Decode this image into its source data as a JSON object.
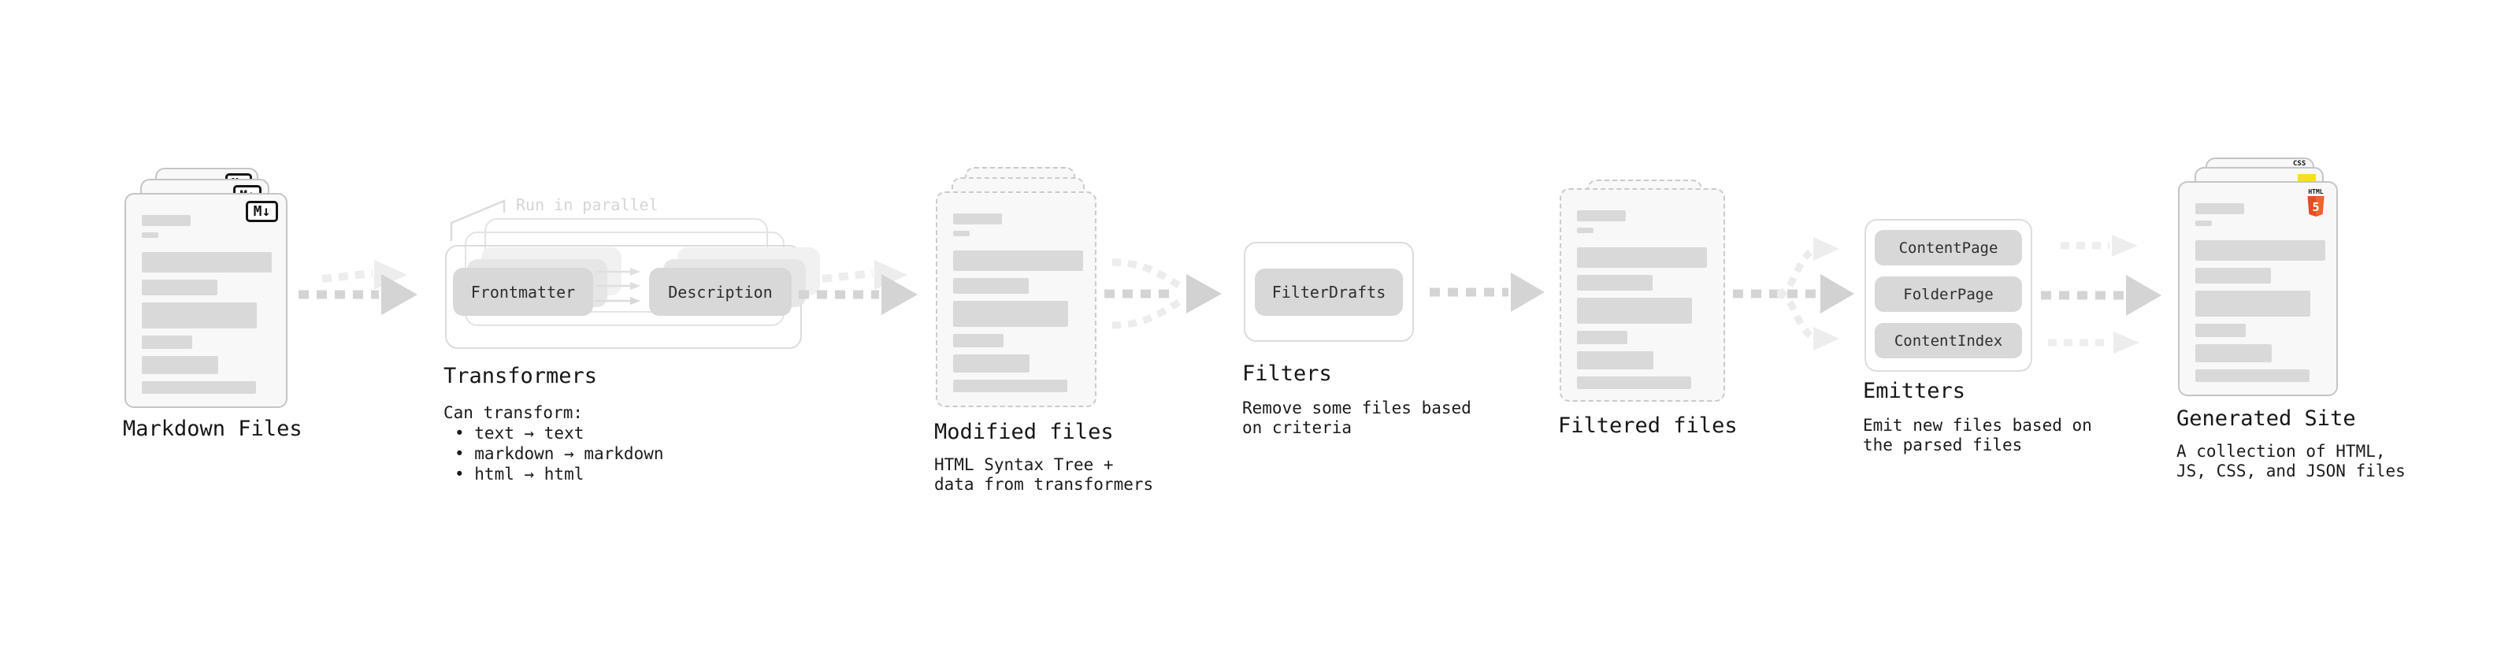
{
  "diagram": {
    "stages": {
      "markdown_files": {
        "label": "Markdown Files",
        "badge": "M↓"
      },
      "transformers": {
        "label": "Transformers",
        "note": "Run in parallel",
        "buttons": [
          "Frontmatter",
          "Description"
        ],
        "desc": [
          "Can transform:",
          "• text → text",
          "• markdown → markdown",
          "• html → html"
        ]
      },
      "modified_files": {
        "label": "Modified files",
        "desc": [
          "HTML Syntax Tree +",
          "data from transformers"
        ]
      },
      "filters": {
        "label": "Filters",
        "buttons": [
          "FilterDrafts"
        ],
        "desc": [
          "Remove some files based",
          "on criteria"
        ]
      },
      "filtered_files": {
        "label": "Filtered files"
      },
      "emitters": {
        "label": "Emitters",
        "buttons": [
          "ContentPage",
          "FolderPage",
          "ContentIndex"
        ],
        "desc": [
          "Emit new files based on",
          "the parsed files"
        ]
      },
      "generated_site": {
        "label": "Generated Site",
        "desc": [
          "A collection of HTML,",
          "JS, CSS, and JSON files"
        ],
        "file_badges": {
          "html": "HTML",
          "html_version": "5",
          "css": "CSS"
        }
      }
    },
    "colors": {
      "background": "#ffffff",
      "doc_fill": "#f8f8f8",
      "placeholder_bar": "#d9d9d9",
      "button_fill": "#d8d8d8",
      "arrow_dark": "#d4d4d4",
      "arrow_light": "#ededed",
      "html5_orange": "#e44d26",
      "html5_orange_light": "#f16529",
      "js_yellow": "#f7df1e",
      "css_blue": "#2565e6"
    }
  }
}
